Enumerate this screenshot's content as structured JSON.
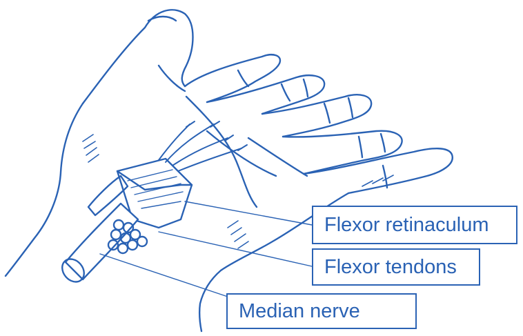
{
  "colors": {
    "ink": "#2a62b4",
    "background": "#ffffff"
  },
  "labels": {
    "retinaculum": "Flexor retinaculum",
    "tendons": "Flexor tendons",
    "nerve": "Median nerve"
  }
}
